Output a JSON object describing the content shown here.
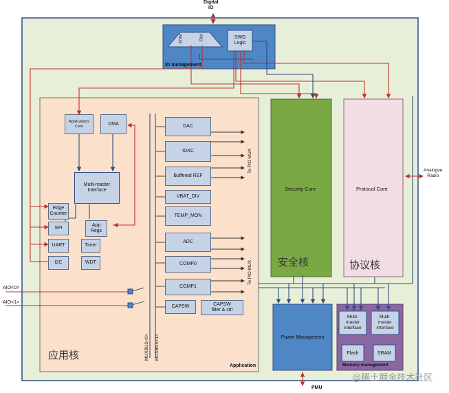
{
  "colors": {
    "chip_bg": "#e8efd8",
    "chip_border": "#2f4c86",
    "app_bg": "#fbe0cc",
    "io_bg": "#4f86c6",
    "security": "#79a845",
    "protocol": "#f2dde4",
    "power": "#4f86c6",
    "memory": "#8867a3",
    "arrow": "#c0302c",
    "bus": "#2f4c86"
  },
  "labels": {
    "digital_io": "Digital\nIO",
    "io_management": "IO management",
    "swd_logic": "SWD\nLogic",
    "mux": "MUX",
    "pio": "PIO",
    "security_core": "Security Core",
    "security_cn": "安全核",
    "protocol_core": "Protocol Core",
    "protocol_cn": "协议核",
    "analogue_radio": "Analogue\nRadio",
    "applications_core": "Applications\nCore",
    "dma": "DMA",
    "multi_master": "Multi-master\nInterface",
    "edge_counter": "Edge\nCounter",
    "spi": "SPI",
    "uart": "UART",
    "i2c": "I2C",
    "app_regs": "App\nRegs",
    "timer": "Timer",
    "wdt": "WDT",
    "dac": "DAC",
    "idac": "IDAC",
    "buffered_ref": "Buffered REF",
    "vbat_div": "VBAT_DIV",
    "temp_mon": "TEMP_MON",
    "adc": "ADC",
    "comp0": "COMP0",
    "comp1": "COMP1",
    "capsw": "CAPSW",
    "capsw_filter": "CAPSW\nfilter & ctrl",
    "to_pio_mux_1": "To PIO MUX",
    "to_pio_mux_2": "To PIO MUX",
    "muxbus0": "MUXBUS<0>",
    "muxbus1": "MUXBUS<1>",
    "aio0": "AIO<0>",
    "aio1": "AIO<1>",
    "application_cn": "应用核",
    "application": "Application",
    "power_management": "Power Management",
    "mm_interface_1": "Multi-\nmaster\nInterface",
    "mm_interface_2": "Multi-\nmaster\nInterface",
    "flash": "Flash",
    "sram": "SRAM",
    "memory_management": "Memory management",
    "pmu": "PMU",
    "watermark": "@稀土掘金技术社区"
  }
}
